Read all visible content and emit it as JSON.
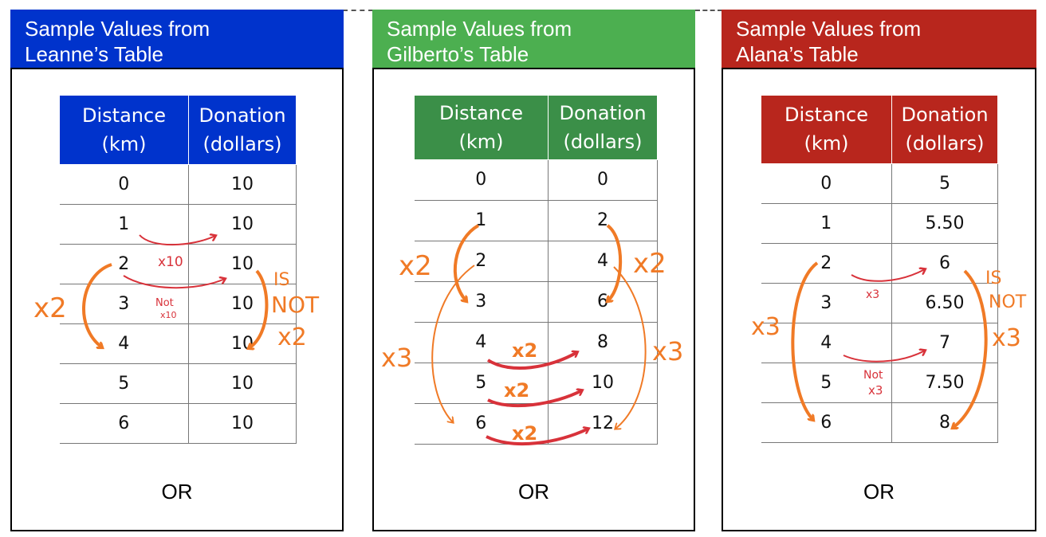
{
  "colors": {
    "leanne": "#0033cc",
    "gilberto": "#4caf50",
    "gilberto_table": "#3b8f48",
    "alana": "#b8261d",
    "ink_orange": "#f07a26",
    "ink_red": "#d8323a"
  },
  "panels": [
    {
      "title_line1": "Sample Values from",
      "title_line2": "Leanne’s Table",
      "col1_line1": "Distance",
      "col1_line2": "(km)",
      "col2_line1": "Donation",
      "col2_line2": "(dollars)",
      "rows": [
        [
          "0",
          "10"
        ],
        [
          "1",
          "10"
        ],
        [
          "2",
          "10"
        ],
        [
          "3",
          "10"
        ],
        [
          "4",
          "10"
        ],
        [
          "5",
          "10"
        ],
        [
          "6",
          "10"
        ]
      ],
      "or_label": "OR",
      "annotations": {
        "a1": "x10",
        "a2": "Not",
        "a3": "x10",
        "a4": "x2",
        "a5": "IS",
        "a6": "NOT",
        "a7": "x2"
      }
    },
    {
      "title_line1": "Sample Values from",
      "title_line2": "Gilberto’s Table",
      "col1_line1": "Distance",
      "col1_line2": "(km)",
      "col2_line1": "Donation",
      "col2_line2": "(dollars)",
      "rows": [
        [
          "0",
          "0"
        ],
        [
          "1",
          "2"
        ],
        [
          "2",
          "4"
        ],
        [
          "3",
          "6"
        ],
        [
          "4",
          "8"
        ],
        [
          "5",
          "10"
        ],
        [
          "6",
          "12"
        ]
      ],
      "or_label": "OR",
      "annotations": {
        "a1": "x2",
        "a2": "x2",
        "a3": "x3",
        "a4": "x3",
        "a5": "x2",
        "a6": "x2",
        "a7": "x2"
      }
    },
    {
      "title_line1": "Sample Values from",
      "title_line2": "Alana’s Table",
      "col1_line1": "Distance",
      "col1_line2": "(km)",
      "col2_line1": "Donation",
      "col2_line2": "(dollars)",
      "rows": [
        [
          "0",
          "5"
        ],
        [
          "1",
          "5.50"
        ],
        [
          "2",
          "6"
        ],
        [
          "3",
          "6.50"
        ],
        [
          "4",
          "7"
        ],
        [
          "5",
          "7.50"
        ],
        [
          "6",
          "8"
        ]
      ],
      "or_label": "OR",
      "annotations": {
        "a1": "x3",
        "a2": "Not",
        "a3": "x3",
        "a4": "x3",
        "a5": "IS",
        "a6": "NOT",
        "a7": "x3"
      }
    }
  ]
}
